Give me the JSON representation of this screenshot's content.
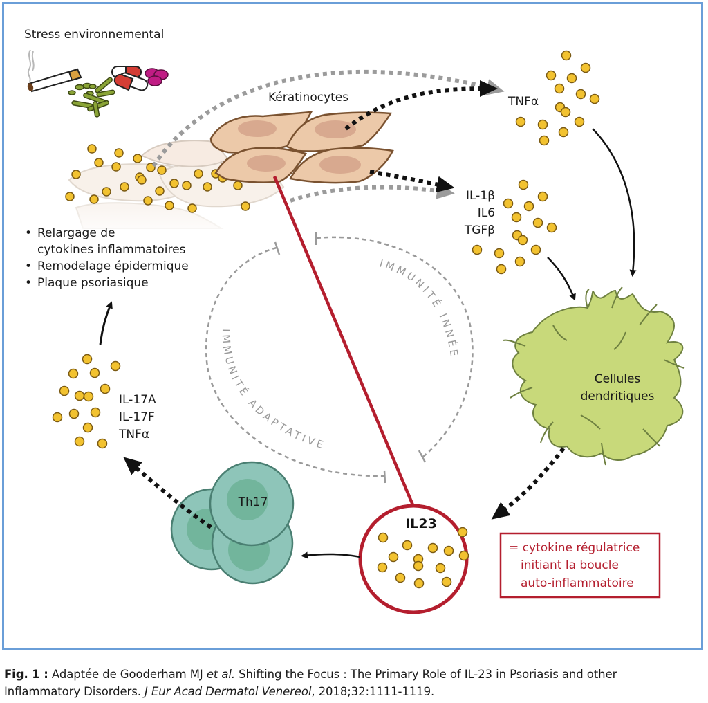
{
  "figure": {
    "stress_label": "Stress environnemental",
    "keratinocytes_label": "Kératinocytes",
    "tnfa_top_label": "TNFα",
    "il_group_labels": [
      "IL-1β",
      "IL6",
      "TGFβ"
    ],
    "effects_list": [
      "Relargage de",
      "cytokines inflammatoires",
      "Remodelage épidermique",
      "Plaque psoriasique"
    ],
    "effects_bullets": [
      "•",
      "",
      "•",
      "•"
    ],
    "dendritic_label": [
      "Cellules",
      "dendritiques"
    ],
    "innate_label": "IMMUNITÉ INNÉE",
    "adaptive_label": "IMMUNITÉ ADAPTATIVE",
    "il17_labels": [
      "IL-17A",
      "IL-17F",
      "TNFα"
    ],
    "th17_label": "Th17",
    "il23_label": "IL23",
    "il23_note": [
      "= cytokine régulatrice",
      "initiant la boucle",
      "auto-inflammatoire"
    ],
    "colors": {
      "frame": "#6a9ed8",
      "il23_red": "#b41e2e",
      "cytokine_fill": "#f2c230",
      "cytokine_stroke": "#7a5a14",
      "keratinocyte_fill": "#ecc9a9",
      "keratinocyte_nucleus": "#d8a98f",
      "keratinocyte_stroke": "#7a5230",
      "dendritic_fill": "#c8d97a",
      "dendritic_stroke": "#6e8040",
      "th17_fill": "#8ec5b9",
      "th17_nucleus": "#72b59c",
      "th17_stroke": "#4a7f72",
      "immunity_gray": "#9a9a9a"
    }
  },
  "caption": {
    "fig_label": "Fig. 1 :",
    "part1": " Adaptée de Gooderham MJ ",
    "et_al": "et al.",
    "part2": " Shifting the Focus : The Primary Role of IL-23 in Psoriasis and other",
    "part3": "Inflammatory Disorders. ",
    "journal": "J Eur Acad Dermatol Venereol",
    "part4": ", 2018;32:1111-1119."
  }
}
